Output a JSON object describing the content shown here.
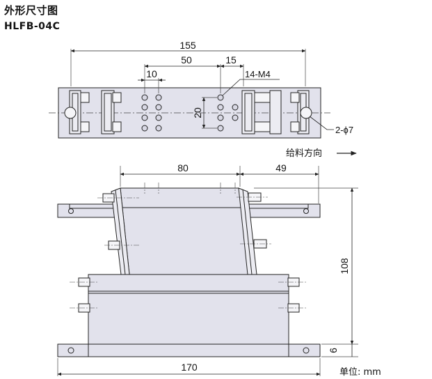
{
  "header": {
    "title": "外形尺寸图",
    "model": "HLFB-04C"
  },
  "top_view": {
    "dim_overall": "155",
    "dim_hole_span": "50",
    "dim_hole_pitch_x": "10",
    "dim_offset": "15",
    "dim_hole_pitch_y": "20",
    "label_tapped_holes": "14-M4",
    "label_mount_holes": "2-ϕ7",
    "label_feed_direction": "给料方向"
  },
  "front_view": {
    "dim_top_width": "80",
    "dim_offset_right": "49",
    "dim_height": "108",
    "dim_base_thickness": "6",
    "dim_base_width": "170"
  },
  "unit_label": "单位: mm",
  "colors": {
    "body_fill": "#e2e2ec",
    "line": "#222222",
    "hole_fill": "#d8d8e4"
  }
}
